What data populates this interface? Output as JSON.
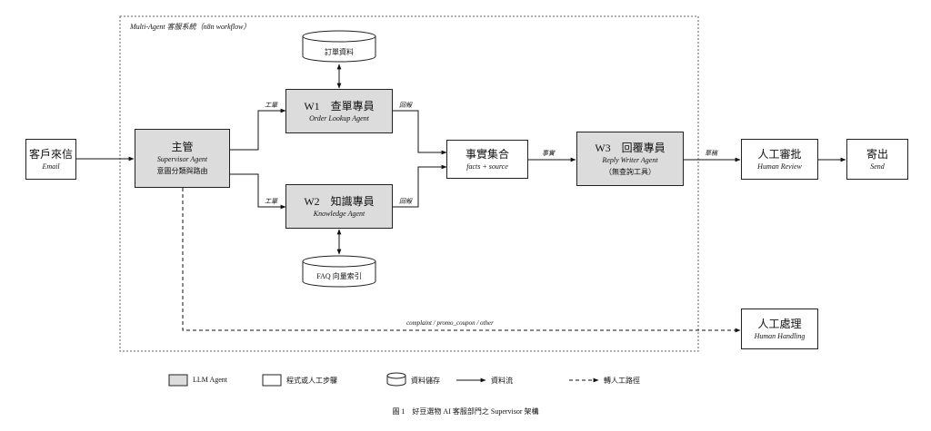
{
  "container_title": "Multi-Agent 客服系統（n8n workflow）",
  "nodes": {
    "email": {
      "title": "客戶來信",
      "subtitle": "Email"
    },
    "supervisor": {
      "title": "主管",
      "subtitle": "Supervisor Agent",
      "note": "意圖分類與路由"
    },
    "w1": {
      "title": "W1　查單專員",
      "subtitle": "Order Lookup Agent"
    },
    "w2": {
      "title": "W2　知識專員",
      "subtitle": "Knowledge Agent"
    },
    "facts": {
      "title": "事實集合",
      "subtitle": "facts + source"
    },
    "w3": {
      "title": "W3　回覆專員",
      "subtitle": "Reply Writer Agent",
      "note": "（無查詢工具）"
    },
    "review": {
      "title": "人工審批",
      "subtitle": "Human Review"
    },
    "send": {
      "title": "寄出",
      "subtitle": "Send"
    },
    "handling": {
      "title": "人工處理",
      "subtitle": "Human Handling"
    }
  },
  "stores": {
    "orders": "訂單資料",
    "faq": "FAQ 向量索引"
  },
  "edge_labels": {
    "ticket_w1": "工單",
    "ticket_w2": "工單",
    "reply_w1": "回報",
    "reply_w2": "回報",
    "facts_w3": "事實",
    "draft": "草稿",
    "fallback": "complaint / promo_coupon / other"
  },
  "legend": {
    "llm": "LLM Agent",
    "step": "程式或人工步驟",
    "store": "資料儲存",
    "flow": "資料流",
    "handoff": "轉人工路徑"
  },
  "caption": "圖 1　好豆選物 AI 客服部門之 Supervisor 架構"
}
